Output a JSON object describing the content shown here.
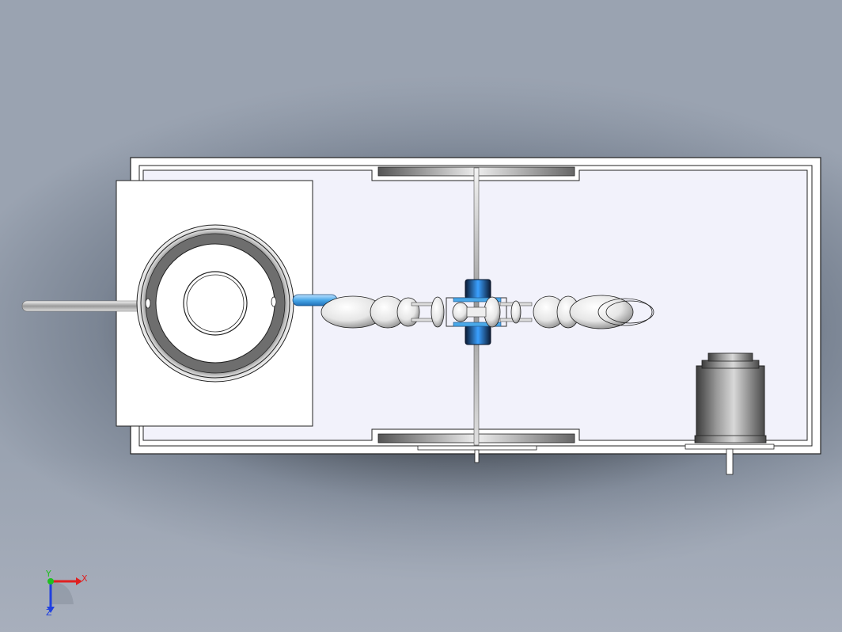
{
  "viewport": {
    "background_color": "#9aa3b1",
    "shadow_color": "#1f2328"
  },
  "model": {
    "housing_color": "#ffffff",
    "inner_panel_color": "#f2f2fb",
    "fluid_tube_color": "#4aa8e8",
    "roller_accent_color": "#1d6fd0"
  },
  "triad": {
    "x_label": "X",
    "y_label": "Y",
    "z_label": "Z",
    "x_color": "#e02020",
    "y_color": "#20c020",
    "z_color": "#2040e0"
  }
}
